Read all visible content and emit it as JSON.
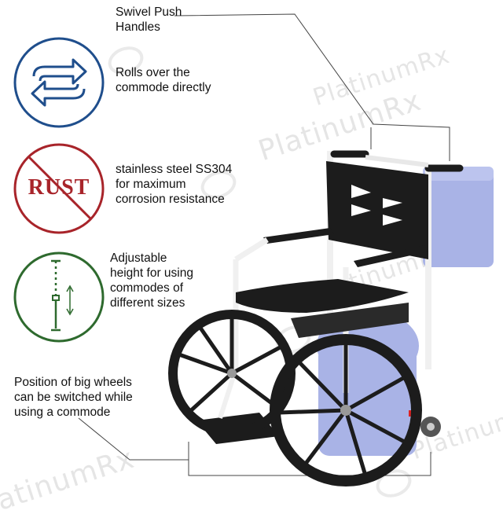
{
  "features": {
    "swivel": "Swivel Push\nHandles",
    "rolls": "Rolls over the\ncommode directly",
    "steel": "stainless steel SS304\nfor maximum\ncorrosion resistance",
    "height": "Adjustable\nheight for using\ncommodes of\ndifferent sizes",
    "wheels": "Position of big wheels\ncan be switched while\nusing a commode"
  },
  "icons": {
    "rust_label": "RUST",
    "rolls_icon": "swap-arrows-icon",
    "rust_icon": "no-rust-icon",
    "height_icon": "adjustable-height-icon"
  },
  "watermark": "PlatinumRx",
  "colors": {
    "blue": "#1f4e8c",
    "red": "#a8242a",
    "green": "#2e6a2e",
    "frame": "#f2f2f2",
    "black": "#1c1c1c",
    "bucket": "#a9b3e6"
  }
}
